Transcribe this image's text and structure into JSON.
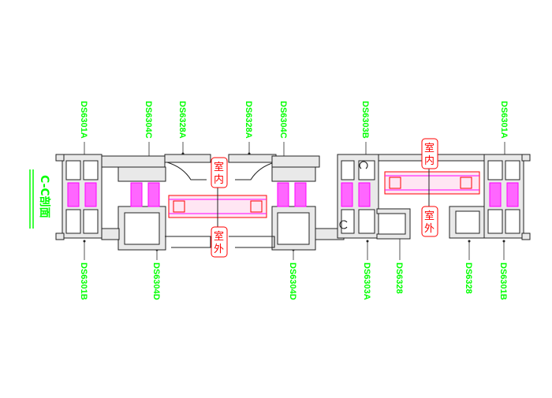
{
  "section_title": "C-C剖面",
  "top_labels": [
    "DS6301A",
    "DS6304C",
    "DS6328A",
    "DS6328A",
    "DS6304C",
    "DS6303B",
    "DS6301A"
  ],
  "bottom_labels": [
    "DS6301B",
    "DS6304D",
    "DS6304D",
    "DS6303A",
    "DS6328",
    "DS6328",
    "DS6301B"
  ],
  "annotations": {
    "indoor": "室内",
    "outdoor": "室外"
  },
  "colors": {
    "label": "#00ff00",
    "annotation": "#ff0000",
    "thermal_break": "#ff00ff",
    "glass": "#ff0000",
    "profile": "#222222"
  }
}
